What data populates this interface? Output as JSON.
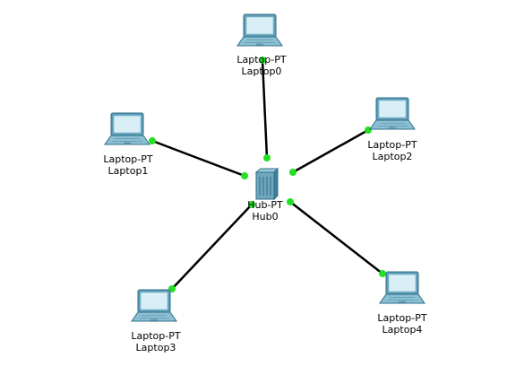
{
  "colors": {
    "link": "#000000",
    "port_up": "#22e022",
    "device_body": "#6fa7bd",
    "device_dark": "#3d7f99",
    "screen": "#d6eef7",
    "background": "#ffffff"
  },
  "hub": {
    "id": "hub0",
    "type": "Hub-PT",
    "name": "Hub0",
    "icon": "hub-icon"
  },
  "devices": [
    {
      "id": "laptop0",
      "type": "Laptop-PT",
      "name": "Laptop0",
      "icon": "laptop-icon"
    },
    {
      "id": "laptop1",
      "type": "Laptop-PT",
      "name": "Laptop1",
      "icon": "laptop-icon"
    },
    {
      "id": "laptop2",
      "type": "Laptop-PT",
      "name": "Laptop2",
      "icon": "laptop-icon"
    },
    {
      "id": "laptop3",
      "type": "Laptop-PT",
      "name": "Laptop3",
      "icon": "laptop-icon"
    },
    {
      "id": "laptop4",
      "type": "Laptop-PT",
      "name": "Laptop4",
      "icon": "laptop-icon"
    }
  ],
  "links": [
    {
      "from": "hub0",
      "to": "laptop0",
      "status": "up"
    },
    {
      "from": "hub0",
      "to": "laptop1",
      "status": "up"
    },
    {
      "from": "hub0",
      "to": "laptop2",
      "status": "up"
    },
    {
      "from": "hub0",
      "to": "laptop3",
      "status": "up"
    },
    {
      "from": "hub0",
      "to": "laptop4",
      "status": "up"
    }
  ]
}
